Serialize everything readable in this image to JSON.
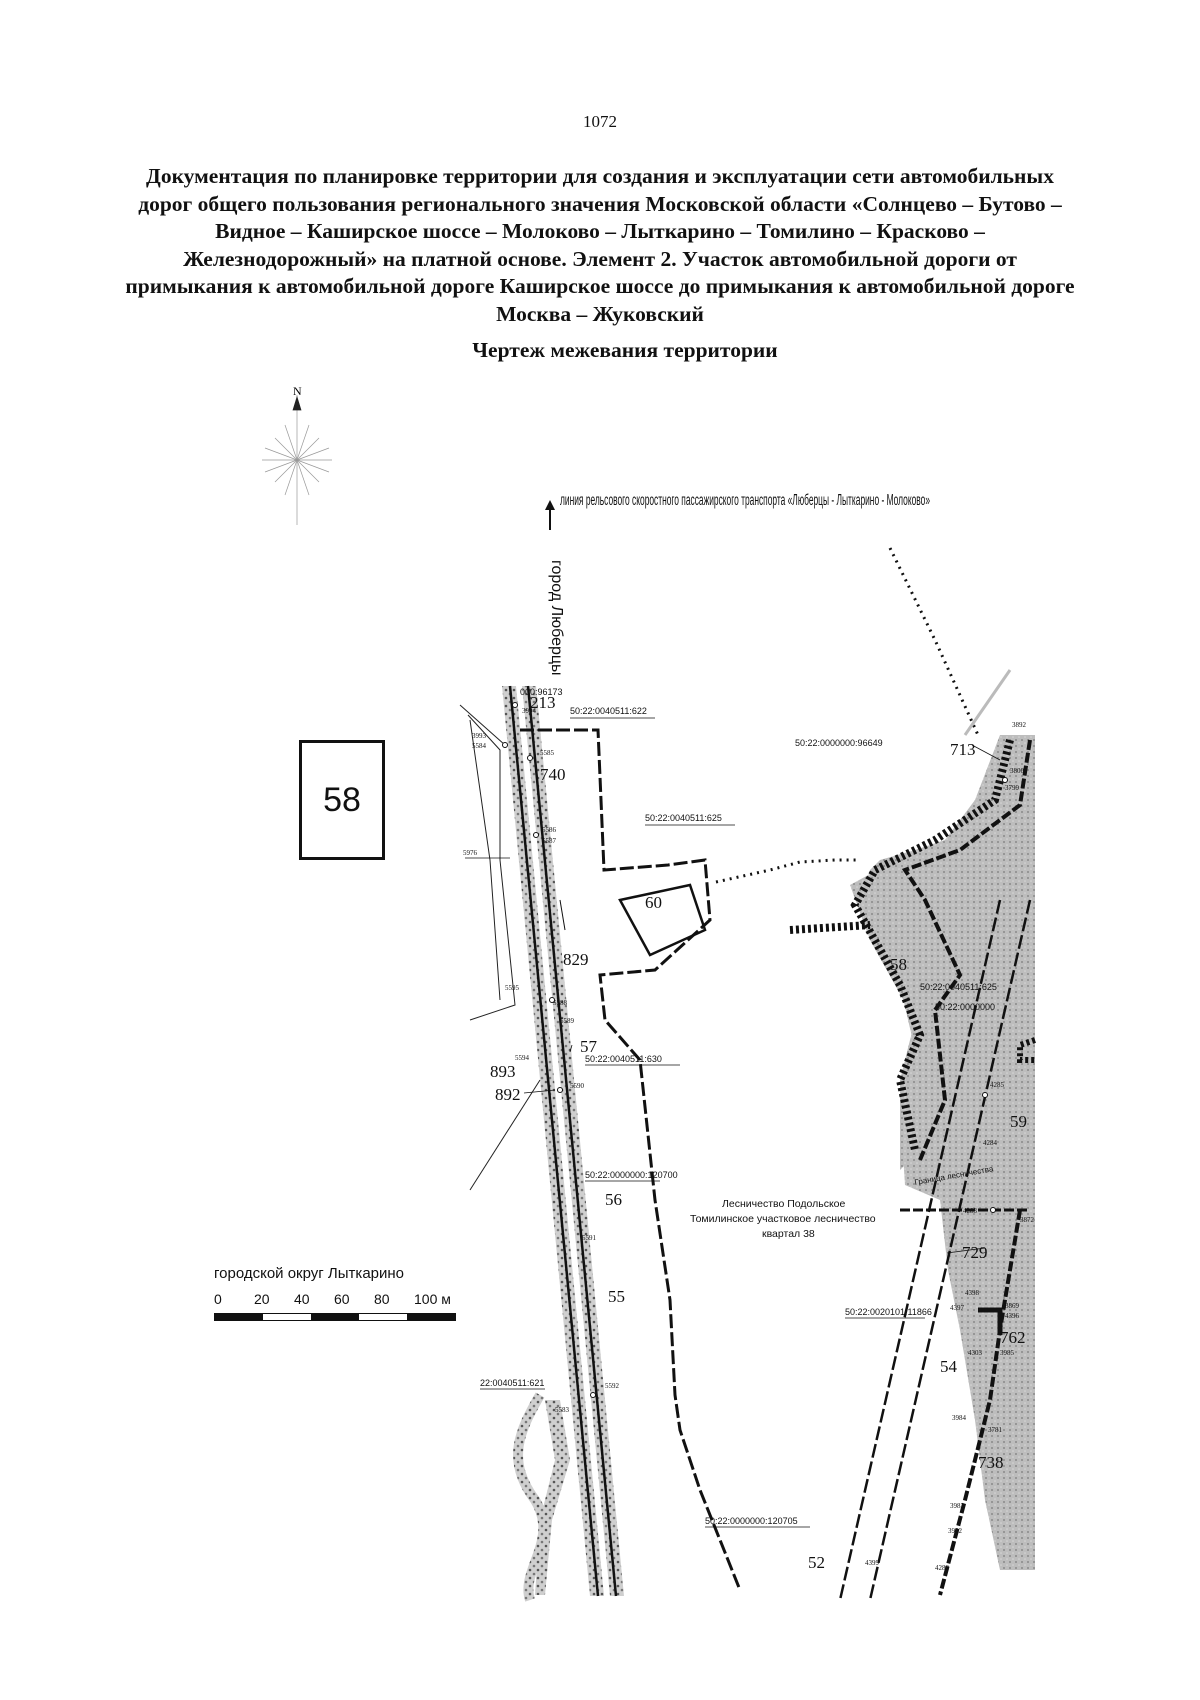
{
  "page_number": "1072",
  "title": "Документация по планировке территории для создания и эксплуатации сети автомобильных дорог общего пользования регионального значения Московской области «Солнцево – Бутово – Видное – Каширское шоссе – Молоково – Лыткарино – Томилино – Красково – Железнодорожный» на платной основе. Элемент 2. Участок автомобильной дороги от примыкания к автомобильной дороге Каширское шоссе до примыкания к автомобильной дороге Москва – Жуковский",
  "drawing_title": "Чертеж межевания территории",
  "sheet_number": "58",
  "north_label": "N",
  "railway_note": "линия рельсового скоростного пассажирского транспорта «Люберцы - Лыткарино - Молоково»",
  "city_label": "город Люберцы",
  "district_label": "городской округ Лыткарино",
  "forestry_label": {
    "line1": "Лесничество Подольское",
    "line2": "Томилинское участковое лесничество",
    "line3": "квартал 38"
  },
  "boundary_label": "Граница лесничества",
  "scale": {
    "ticks": [
      "0",
      "20",
      "40",
      "60",
      "80",
      "100 м"
    ]
  },
  "cadastral_numbers": {
    "c96173": "000:96173",
    "c622": "50:22:0040511:622",
    "c96649": "50:22:0000000:96649",
    "c625": "50:22:0040511:625",
    "c630": "50:22:0040511:630",
    "c120700": "50:22:0000000:120700",
    "c621": "22:0040511:621",
    "c120705": "50:22:0000000:120705",
    "c11866": "50:22:0020101:11866",
    "c625b": "50:22:0040511:625",
    "c0000": "50:22:0000000"
  },
  "plot_numbers": {
    "p213": "213",
    "p740": "740",
    "p60": "60",
    "p829": "829",
    "p57": "57",
    "p893": "893",
    "p892": "892",
    "p56": "56",
    "p55": "55",
    "p58": "58",
    "p713": "713",
    "p59": "59",
    "p729": "729",
    "p762": "762",
    "p54": "54",
    "p738": "738",
    "p52": "52"
  },
  "point_numbers": {
    "n3993": "3993",
    "n5584": "5584",
    "n3994": "3994",
    "n5585": "5585",
    "n5586": "5586",
    "n5587": "5587",
    "n5976": "5976",
    "n5595": "5595",
    "n5588": "5588",
    "n5589": "5589",
    "n5594": "5594",
    "n5590": "5590",
    "n5591": "5591",
    "n5592": "5592",
    "n5583": "5583",
    "n3892": "3892",
    "n3800": "3800",
    "n3799": "3799",
    "n4285": "4285",
    "n4284": "4284",
    "n4283": "4283",
    "n3872": "3872",
    "n4398": "4398",
    "n4397": "4397",
    "n4396": "4396",
    "n3869": "3869",
    "n4303": "4303",
    "n3985": "3985",
    "n3984": "3984",
    "n3781": "3781",
    "n3983": "3983",
    "n3982": "3982",
    "n4399": "4399",
    "n4282": "4282"
  },
  "colors": {
    "forest_fill": "#b9b9b9",
    "line": "#111111"
  }
}
